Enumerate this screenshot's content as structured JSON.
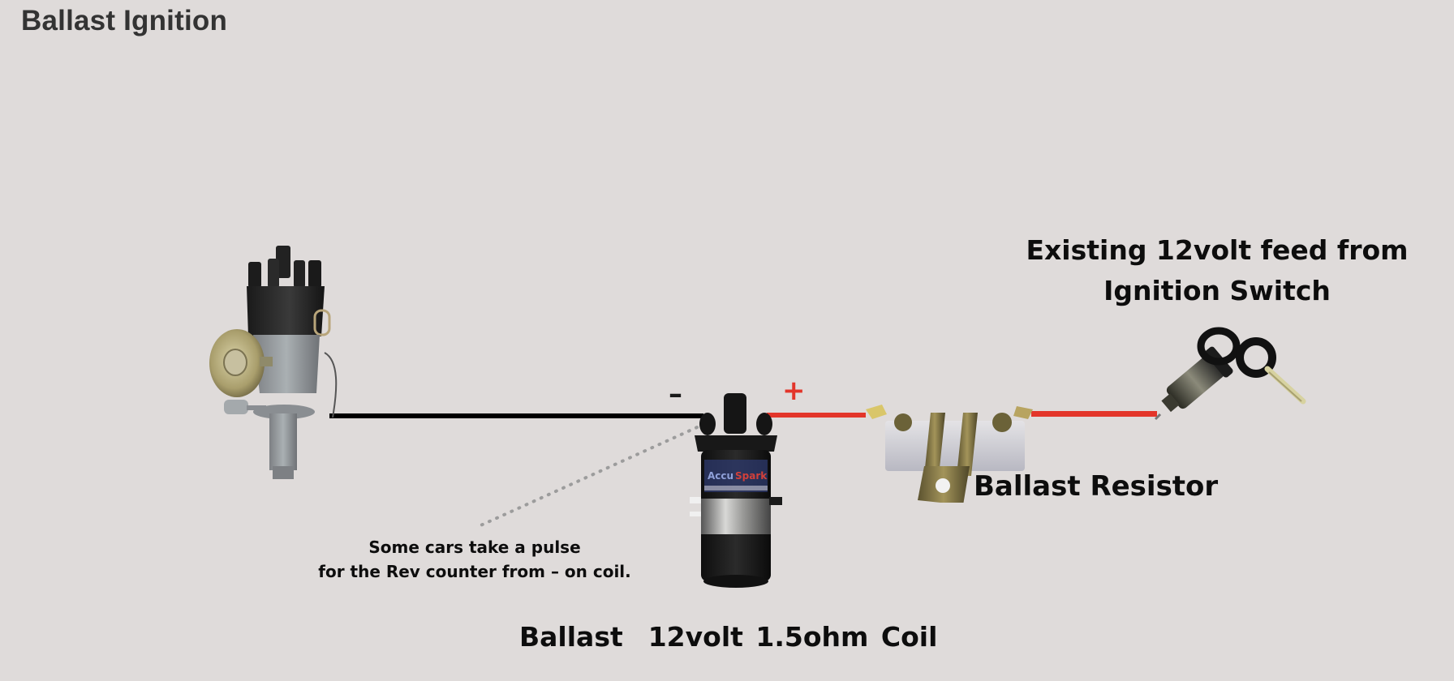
{
  "header": {
    "title": "Ballast Ignition"
  },
  "diagram": {
    "labels": {
      "feed_line1": "Existing 12volt feed from",
      "feed_line2": "Ignition Switch",
      "resistor": "Ballast Resistor",
      "pulse_line1": "Some cars take a pulse",
      "pulse_line2": "for the Rev counter from – on coil.",
      "coil": "Ballast  12volt 1.5ohm Coil"
    },
    "terminals": {
      "negative": "–",
      "positive": "+"
    },
    "components": [
      {
        "name": "Distributor",
        "icon": "distributor-icon"
      },
      {
        "name": "Ignition Coil",
        "icon": "ignition-coil-icon"
      },
      {
        "name": "Ballast Resistor",
        "icon": "ballast-resistor-icon"
      },
      {
        "name": "Ignition Switch",
        "icon": "ignition-switch-icon"
      }
    ],
    "wires": [
      {
        "from": "Distributor",
        "to": "Coil negative",
        "color": "#000000"
      },
      {
        "from": "Coil positive",
        "to": "Ballast Resistor",
        "color": "#e3352a"
      },
      {
        "from": "Ballast Resistor",
        "to": "Ignition Switch",
        "color": "#e3352a"
      },
      {
        "from": "Coil negative",
        "to": "Rev counter (optional)",
        "style": "dotted",
        "color": "#9a9a9a"
      }
    ],
    "colors": {
      "background": "#dfdbda",
      "positive_wire": "#e3352a",
      "negative_wire": "#000000",
      "title": "#333333"
    }
  }
}
